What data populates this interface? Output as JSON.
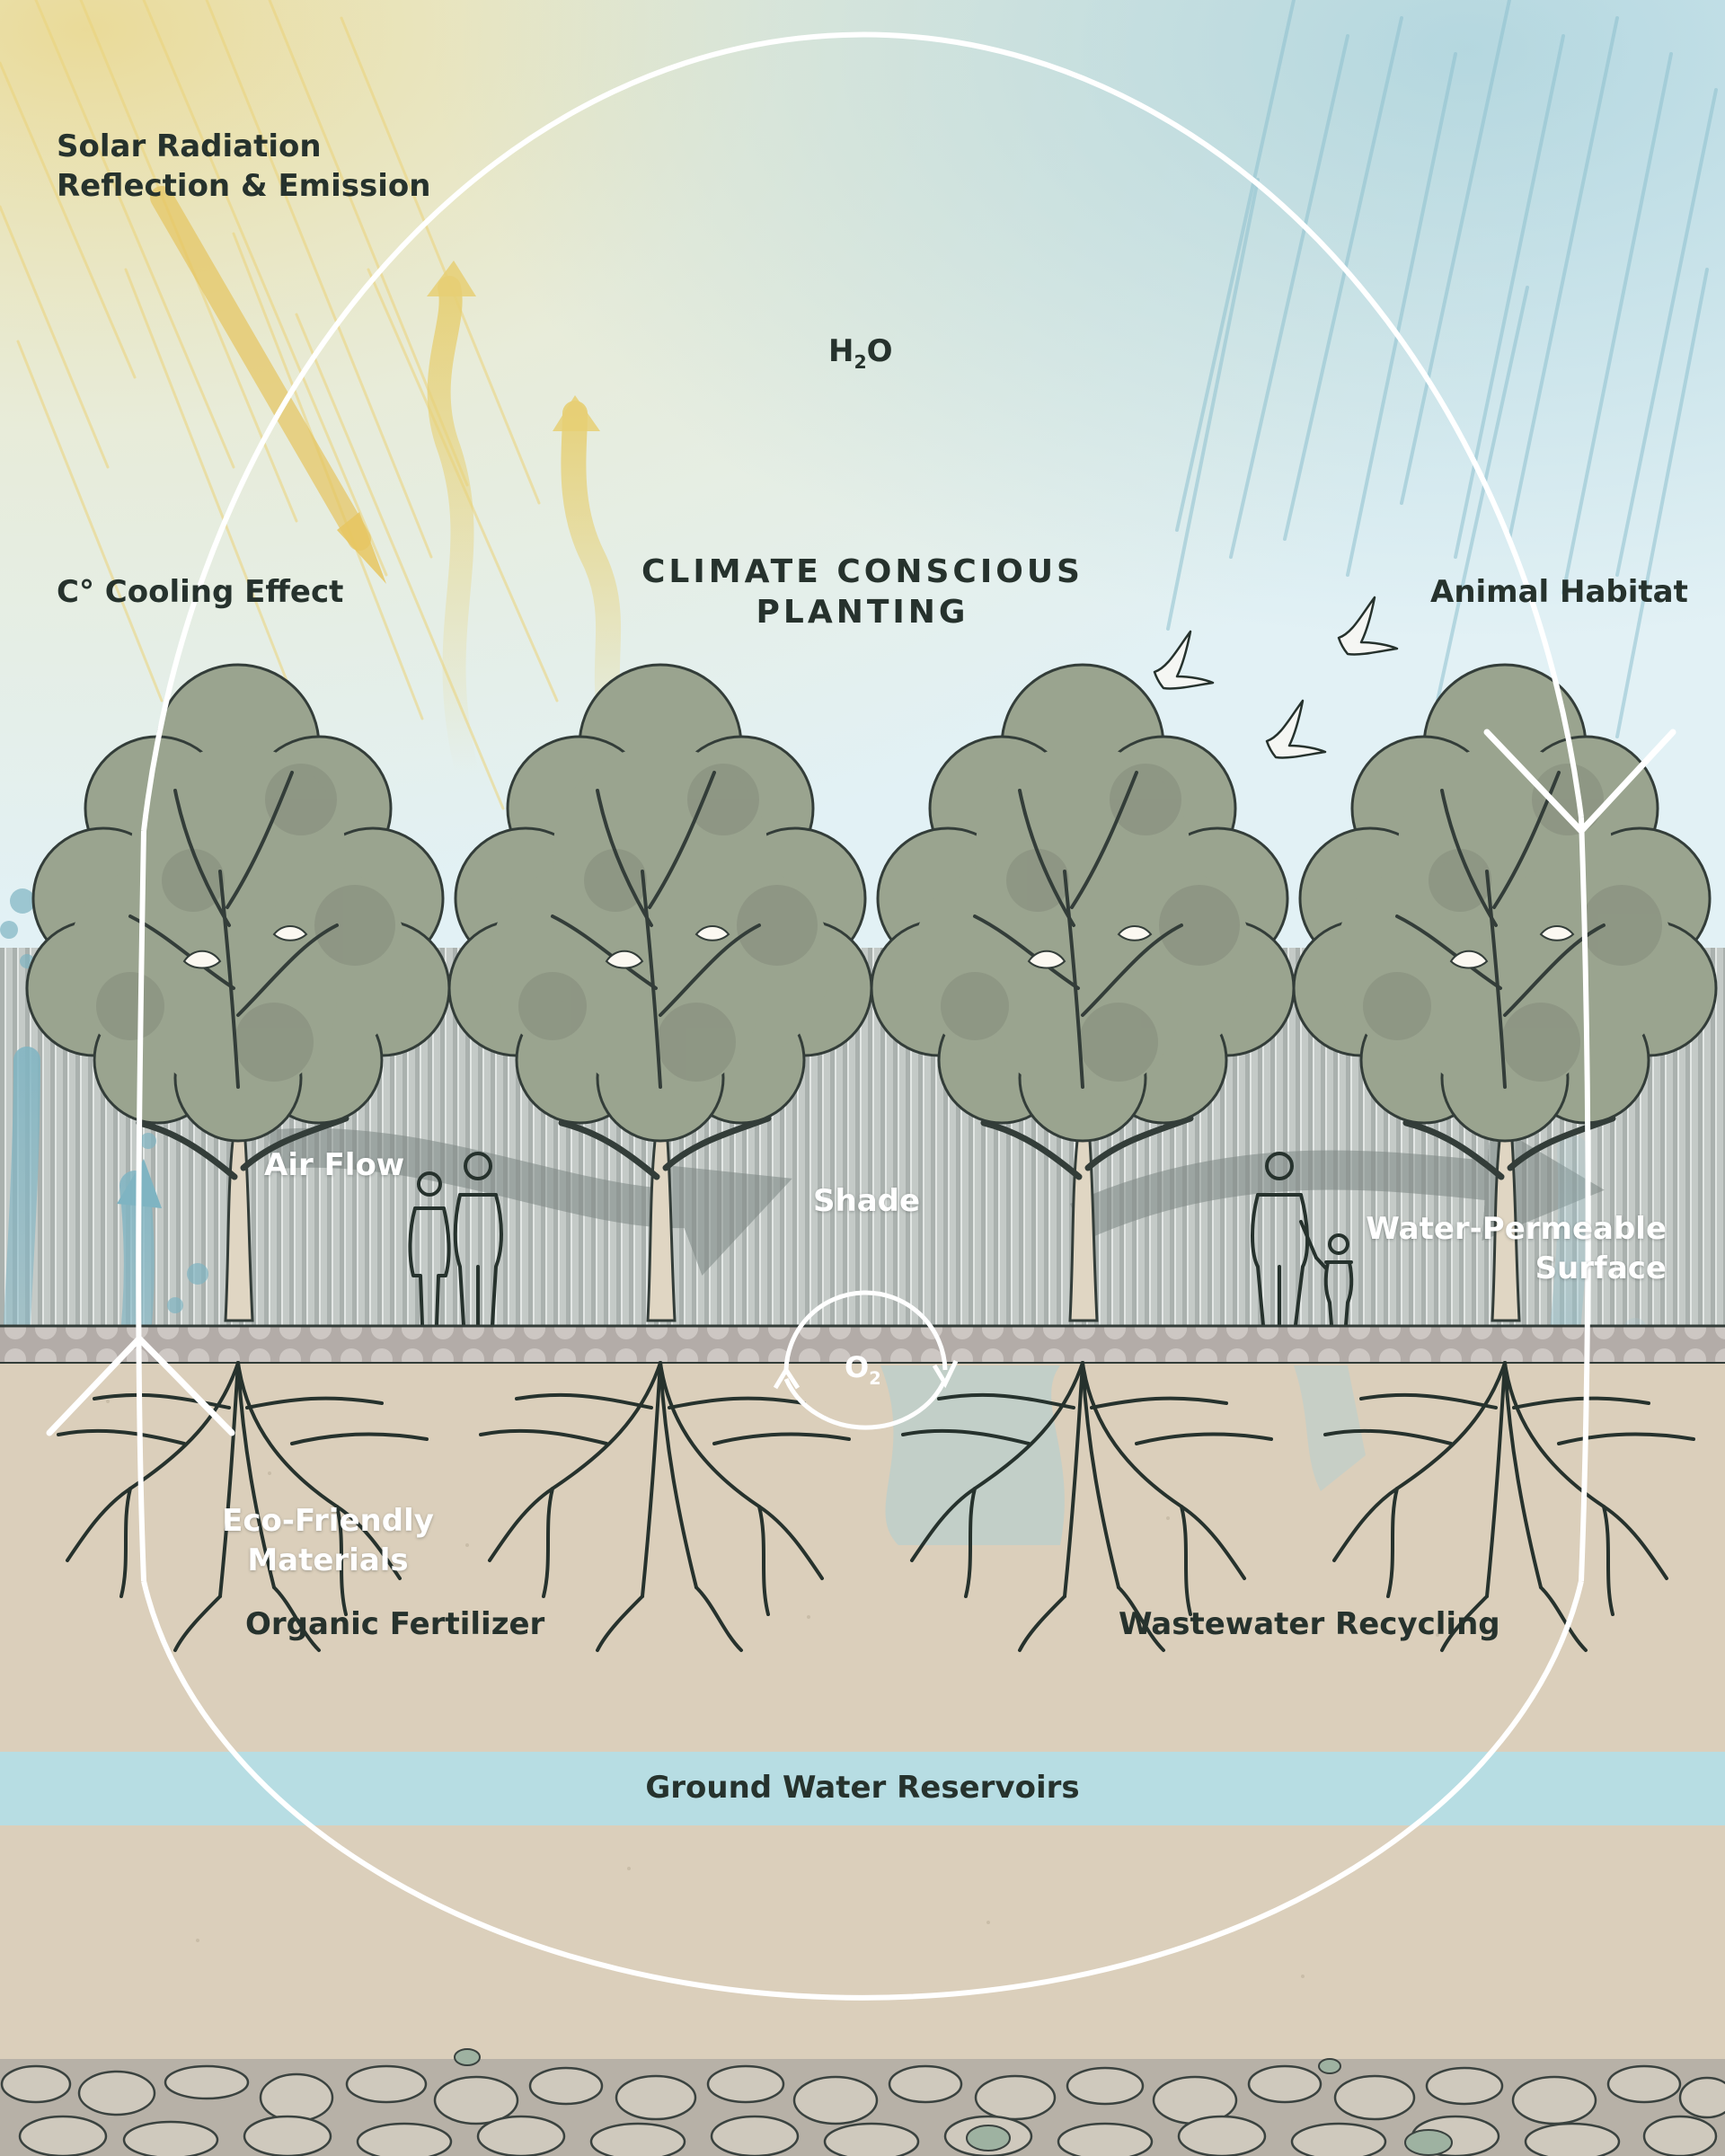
{
  "title": {
    "line1": "CLIMATE CONSCIOUS",
    "line2": "PLANTING"
  },
  "labels": {
    "solar_line1": "Solar Radiation",
    "solar_line2": "Reflection & Emission",
    "cooling": "C° Cooling Effect",
    "water_symbol_h": "H",
    "water_symbol_sub": "2",
    "water_symbol_o": "O",
    "animal_habitat": "Animal Habitat",
    "air_flow": "Air Flow",
    "shade": "Shade",
    "water_permeable_line1": "Water-Permeable",
    "water_permeable_line2": "Surface",
    "oxygen_o": "O",
    "oxygen_sub": "2",
    "eco_line1": "Eco-Friendly",
    "eco_line2": "Materials",
    "organic_fertilizer": "Organic Fertilizer",
    "wastewater": "Wastewater Recycling",
    "groundwater": "Ground Water Reservoirs"
  },
  "colors": {
    "sky": "#e2f1f5",
    "sun": "#ecd37a",
    "rain": "#a9d1db",
    "foliage": "#9aa48f",
    "fence": "#b9c0bd",
    "soil": "#dbcfbb",
    "groundwater": "#b7dde3",
    "text_dark": "#26322d",
    "text_light": "#ffffff"
  },
  "icons": [
    "sun-rays",
    "rain-streaks",
    "tree",
    "bird",
    "person",
    "water-cycle-ring",
    "oxygen-cycle",
    "stones"
  ]
}
